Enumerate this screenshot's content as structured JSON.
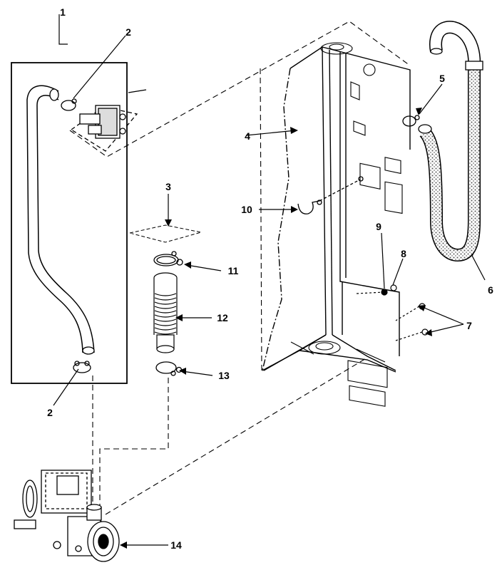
{
  "callouts": {
    "c1": "1",
    "c2a": "2",
    "c2b": "2",
    "c3": "3",
    "c4": "4",
    "c5": "5",
    "c6": "6",
    "c7": "7",
    "c8": "8",
    "c9": "9",
    "c10": "10",
    "c11": "11",
    "c12": "12",
    "c13": "13",
    "c14": "14"
  },
  "colors": {
    "ink": "#000000",
    "hose_shade": "#8a8a8a",
    "paper": "#ffffff"
  }
}
